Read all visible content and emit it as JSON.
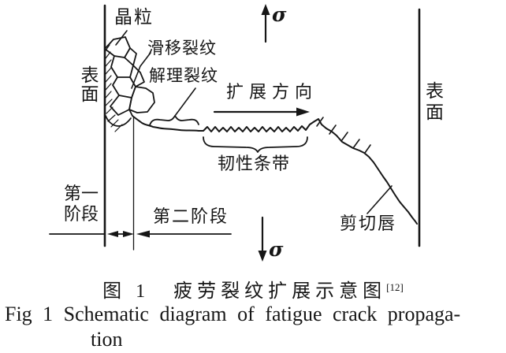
{
  "figure": {
    "labels": {
      "grain": "晶粒",
      "slip_crack": "滑移裂纹",
      "cleavage_crack": "解理裂纹",
      "propagation_direction": "扩展方向",
      "ductile_striations": "韧性条带",
      "shear_lip": "剪切唇",
      "surface_left": "表面",
      "surface_right": "表面",
      "stage_one": "第一阶段",
      "stage_two": "第二阶段",
      "sigma_top": "σ",
      "sigma_bottom": "σ"
    }
  },
  "caption": {
    "zh": "图 1　疲劳裂纹扩展示意图",
    "zh_ref": "[12]",
    "en_line1": "Fig 1 Schematic diagram of fatigue crack propaga-",
    "en_line2": "tion"
  },
  "colors": {
    "ink": "#161616",
    "background": "#ffffff"
  }
}
